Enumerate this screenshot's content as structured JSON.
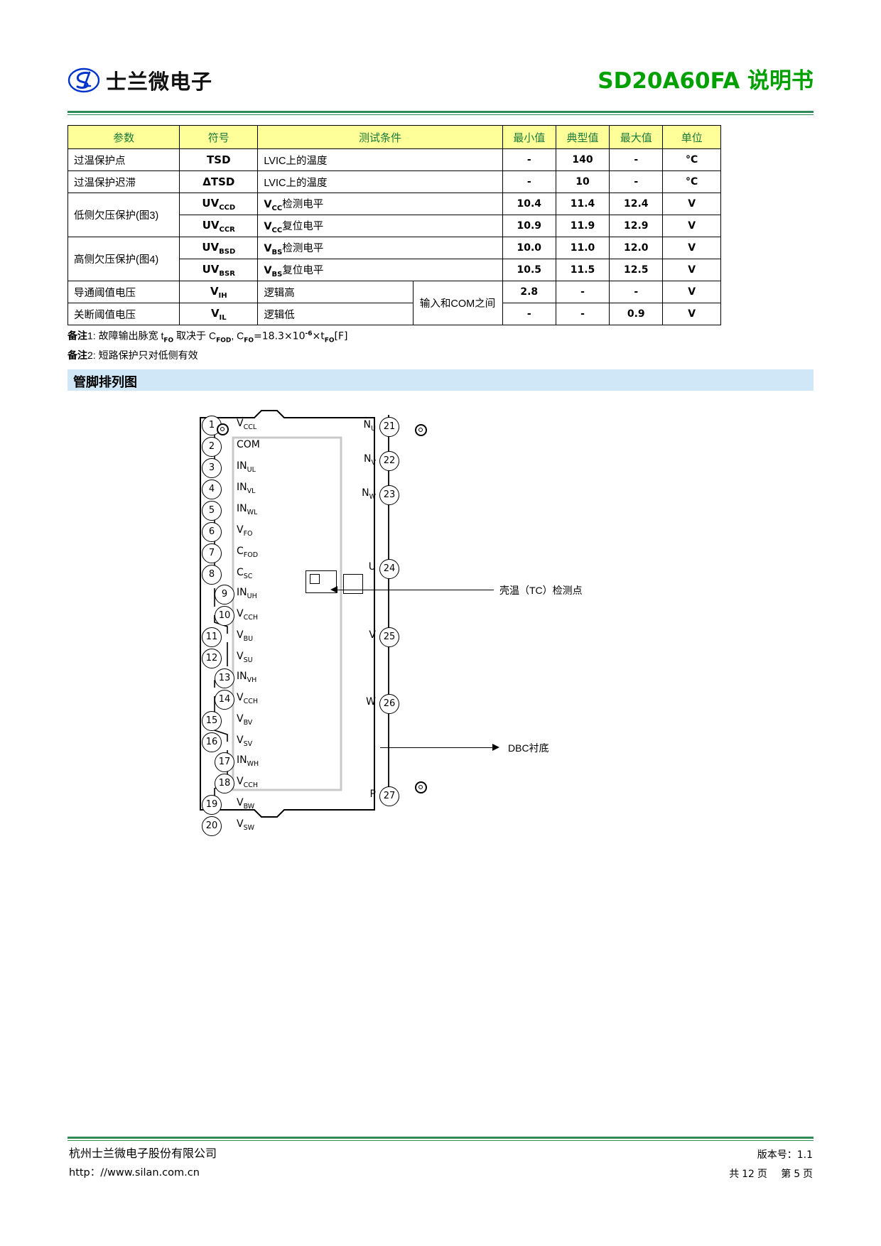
{
  "header": {
    "company_cn": "士兰微电子",
    "logo_text": "SL",
    "doc_title": "SD20A60FA 说明书",
    "title_color": "#00a000",
    "rule_color": "#2e8b57"
  },
  "spec_table": {
    "header_bg": "#ffff99",
    "header_text_color": "#1a7a3c",
    "columns": [
      "参数",
      "符号",
      "测试条件",
      "最小值",
      "典型值",
      "最大值",
      "单位"
    ],
    "rows": [
      {
        "param": "过温保护点",
        "sym": "TSD",
        "sym_sub": "",
        "cond": "LVIC上的温度",
        "cond2": "",
        "min": "-",
        "typ": "140",
        "max": "-",
        "unit": "°C"
      },
      {
        "param": "过温保护迟滞",
        "sym": "ΔTSD",
        "sym_sub": "",
        "cond": "LVIC上的温度",
        "cond2": "",
        "min": "-",
        "typ": "10",
        "max": "-",
        "unit": "°C"
      },
      {
        "param": "低侧欠压保护(图3)",
        "sym": "UV",
        "sym_sub": "CCD",
        "cond_v": "V",
        "cond_v_sub": "CC",
        "cond_rest": "检测电平",
        "cond2": "",
        "min": "10.4",
        "typ": "11.4",
        "max": "12.4",
        "unit": "V"
      },
      {
        "param": "",
        "sym": "UV",
        "sym_sub": "CCR",
        "cond_v": "V",
        "cond_v_sub": "CC",
        "cond_rest": "复位电平",
        "cond2": "",
        "min": "10.9",
        "typ": "11.9",
        "max": "12.9",
        "unit": "V"
      },
      {
        "param": "高侧欠压保护(图4)",
        "sym": "UV",
        "sym_sub": "BSD",
        "cond_v": "V",
        "cond_v_sub": "BS",
        "cond_rest": "检测电平",
        "cond2": "",
        "min": "10.0",
        "typ": "11.0",
        "max": "12.0",
        "unit": "V"
      },
      {
        "param": "",
        "sym": "UV",
        "sym_sub": "BSR",
        "cond_v": "V",
        "cond_v_sub": "BS",
        "cond_rest": "复位电平",
        "cond2": "",
        "min": "10.5",
        "typ": "11.5",
        "max": "12.5",
        "unit": "V"
      },
      {
        "param": "导通阈值电压",
        "sym": "V",
        "sym_sub": "IH",
        "cond": "逻辑高",
        "cond2": "输入和COM之间",
        "min": "2.8",
        "typ": "-",
        "max": "-",
        "unit": "V"
      },
      {
        "param": "关断阈值电压",
        "sym": "V",
        "sym_sub": "IL",
        "cond": "逻辑低",
        "cond2": "",
        "min": "-",
        "typ": "-",
        "max": "0.9",
        "unit": "V"
      }
    ]
  },
  "notes": {
    "note1_label": "备注",
    "note1_num": "1:",
    "note1_a": "故障输出脉宽 t",
    "note1_a_sub": "FO",
    "note1_b": " 取决于 C",
    "note1_b_sub": "FOD",
    "note1_c": ", C",
    "note1_c_sub": "FO",
    "note1_d": "=18.3×10",
    "note1_sup": "-6",
    "note1_e": "×t",
    "note1_e_sub": "FO",
    "note1_f": "[F]",
    "note2_label": "备注",
    "note2_num": "2:",
    "note2_text": "短路保护只对低侧有效"
  },
  "section": {
    "title": "管脚排列图",
    "bar_color": "#cfe7f7"
  },
  "pin_diagram": {
    "left_pins": [
      {
        "num": "1",
        "label_main": "V",
        "label_sub": "CCL"
      },
      {
        "num": "2",
        "label_main": "COM",
        "label_sub": ""
      },
      {
        "num": "3",
        "label_main": "IN",
        "label_sub": "UL"
      },
      {
        "num": "4",
        "label_main": "IN",
        "label_sub": "VL"
      },
      {
        "num": "5",
        "label_main": "IN",
        "label_sub": "WL"
      },
      {
        "num": "6",
        "label_main": "V",
        "label_sub": "FO"
      },
      {
        "num": "7",
        "label_main": "C",
        "label_sub": "FOD"
      },
      {
        "num": "8",
        "label_main": "C",
        "label_sub": "SC"
      },
      {
        "num": "9",
        "label_main": "IN",
        "label_sub": "UH"
      },
      {
        "num": "10",
        "label_main": "V",
        "label_sub": "CCH"
      },
      {
        "num": "11",
        "label_main": "V",
        "label_sub": "BU"
      },
      {
        "num": "12",
        "label_main": "V",
        "label_sub": "SU"
      },
      {
        "num": "13",
        "label_main": "IN",
        "label_sub": "VH"
      },
      {
        "num": "14",
        "label_main": "V",
        "label_sub": "CCH"
      },
      {
        "num": "15",
        "label_main": "V",
        "label_sub": "BV"
      },
      {
        "num": "16",
        "label_main": "V",
        "label_sub": "SV"
      },
      {
        "num": "17",
        "label_main": "IN",
        "label_sub": "WH"
      },
      {
        "num": "18",
        "label_main": "V",
        "label_sub": "CCH"
      },
      {
        "num": "19",
        "label_main": "V",
        "label_sub": "BW"
      },
      {
        "num": "20",
        "label_main": "V",
        "label_sub": "SW"
      }
    ],
    "right_pins": [
      {
        "num": "21",
        "label_main": "N",
        "label_sub": "U"
      },
      {
        "num": "22",
        "label_main": "N",
        "label_sub": "V"
      },
      {
        "num": "23",
        "label_main": "N",
        "label_sub": "W"
      },
      {
        "num": "24",
        "label_main": "U",
        "label_sub": ""
      },
      {
        "num": "25",
        "label_main": "V",
        "label_sub": ""
      },
      {
        "num": "26",
        "label_main": "W",
        "label_sub": ""
      },
      {
        "num": "27",
        "label_main": "P",
        "label_sub": ""
      }
    ],
    "annotations": {
      "tc_point": "壳温（TC）检测点",
      "dbc": "DBC衬底"
    }
  },
  "footer": {
    "company": "杭州士兰微电子股份有限公司",
    "url": "http：//www.silan.com.cn",
    "version_label": "版本号：",
    "version": "1.1",
    "pages_total_pre": "共",
    "pages_total": "12",
    "pages_total_post": "页",
    "page_pre": "第",
    "page_num": "5",
    "page_post": "页"
  }
}
